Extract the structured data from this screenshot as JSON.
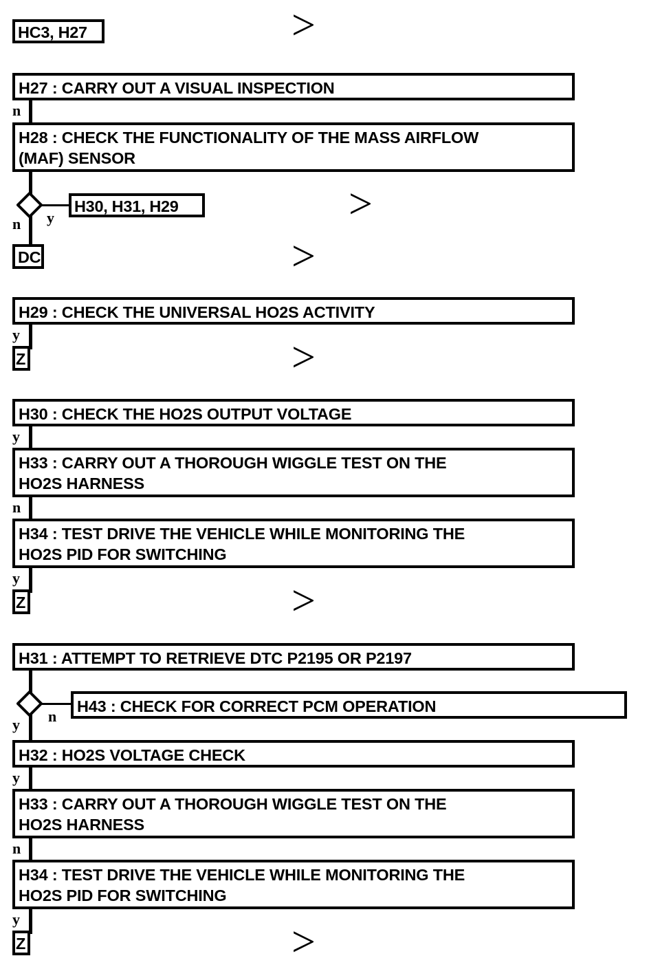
{
  "diagram": {
    "type": "flowchart",
    "title": "HO2S / MAF diagnostic decision flowchart",
    "colors": {
      "stroke": "#000000",
      "background": "#ffffff",
      "text": "#000000"
    },
    "connector_labels": {
      "yes": "y",
      "no": "n"
    },
    "chevron_glyph": ">",
    "nodes": {
      "entry_tag": "HC3, H27",
      "h27": "H27 : CARRY OUT A VISUAL INSPECTION",
      "h28": "H28 : CHECK THE FUNCTIONALITY OF THE MASS AIRFLOW\n(MAF) SENSOR",
      "branch_tag_1": "H30, H31, H29",
      "dc_terminal": "DC",
      "h29": "H29 : CHECK THE UNIVERSAL HO2S ACTIVITY",
      "z_terminal_1": "Z",
      "h30": "H30 : CHECK THE HO2S OUTPUT VOLTAGE",
      "h33_a": "H33 : CARRY OUT A THOROUGH WIGGLE TEST ON THE\nHO2S HARNESS",
      "h34_a": "H34 : TEST DRIVE THE VEHICLE WHILE MONITORING THE\nHO2S PID FOR SWITCHING",
      "z_terminal_2": "Z",
      "h31": "H31 : ATTEMPT TO RETRIEVE DTC P2195 OR P2197",
      "h43": "H43 : CHECK FOR CORRECT PCM OPERATION",
      "h32": "H32 : HO2S VOLTAGE CHECK",
      "h33_b": "H33 : CARRY OUT A THOROUGH WIGGLE TEST ON THE\nHO2S HARNESS",
      "h34_b": "H34 : TEST DRIVE THE VEHICLE WHILE MONITORING THE\nHO2S PID FOR SWITCHING",
      "z_terminal_3": "Z"
    },
    "edges": {
      "h27_to_h28": "n",
      "h28_to_decision1_yes": "y",
      "decision1_to_dc": "n",
      "h29_to_z1": "y",
      "h30_to_h33a": "y",
      "h33a_to_h34a": "n",
      "h34a_to_z2": "y",
      "decision2_to_h43": "n",
      "decision2_to_h32": "y",
      "h32_to_h33b": "y",
      "h33b_to_h34b": "n",
      "h34b_to_z3": "y"
    }
  }
}
